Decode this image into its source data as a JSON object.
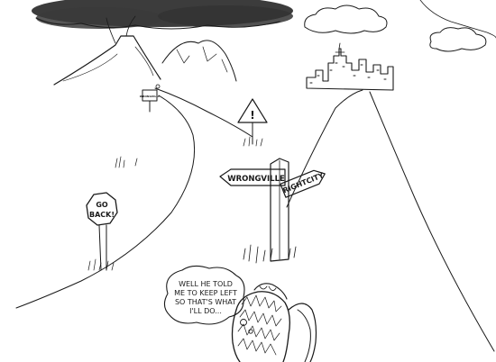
{
  "signs": {
    "wrong_label": "WRONGVILLE",
    "right_label": "RIGHTCITY",
    "stop_line1": "GO",
    "stop_line2": "BACK!",
    "small_sign_text": "WRONGVILLE",
    "warning_symbol": "!"
  },
  "thought_bubble": {
    "line1": "WELL HE TOLD",
    "line2": "ME TO KEEP LEFT",
    "line3": "SO THAT'S WHAT",
    "line4": "I'LL DO..."
  },
  "colors": {
    "ink": "#1a1a1a",
    "paper": "#ffffff",
    "storm": "#2b2b2b"
  }
}
